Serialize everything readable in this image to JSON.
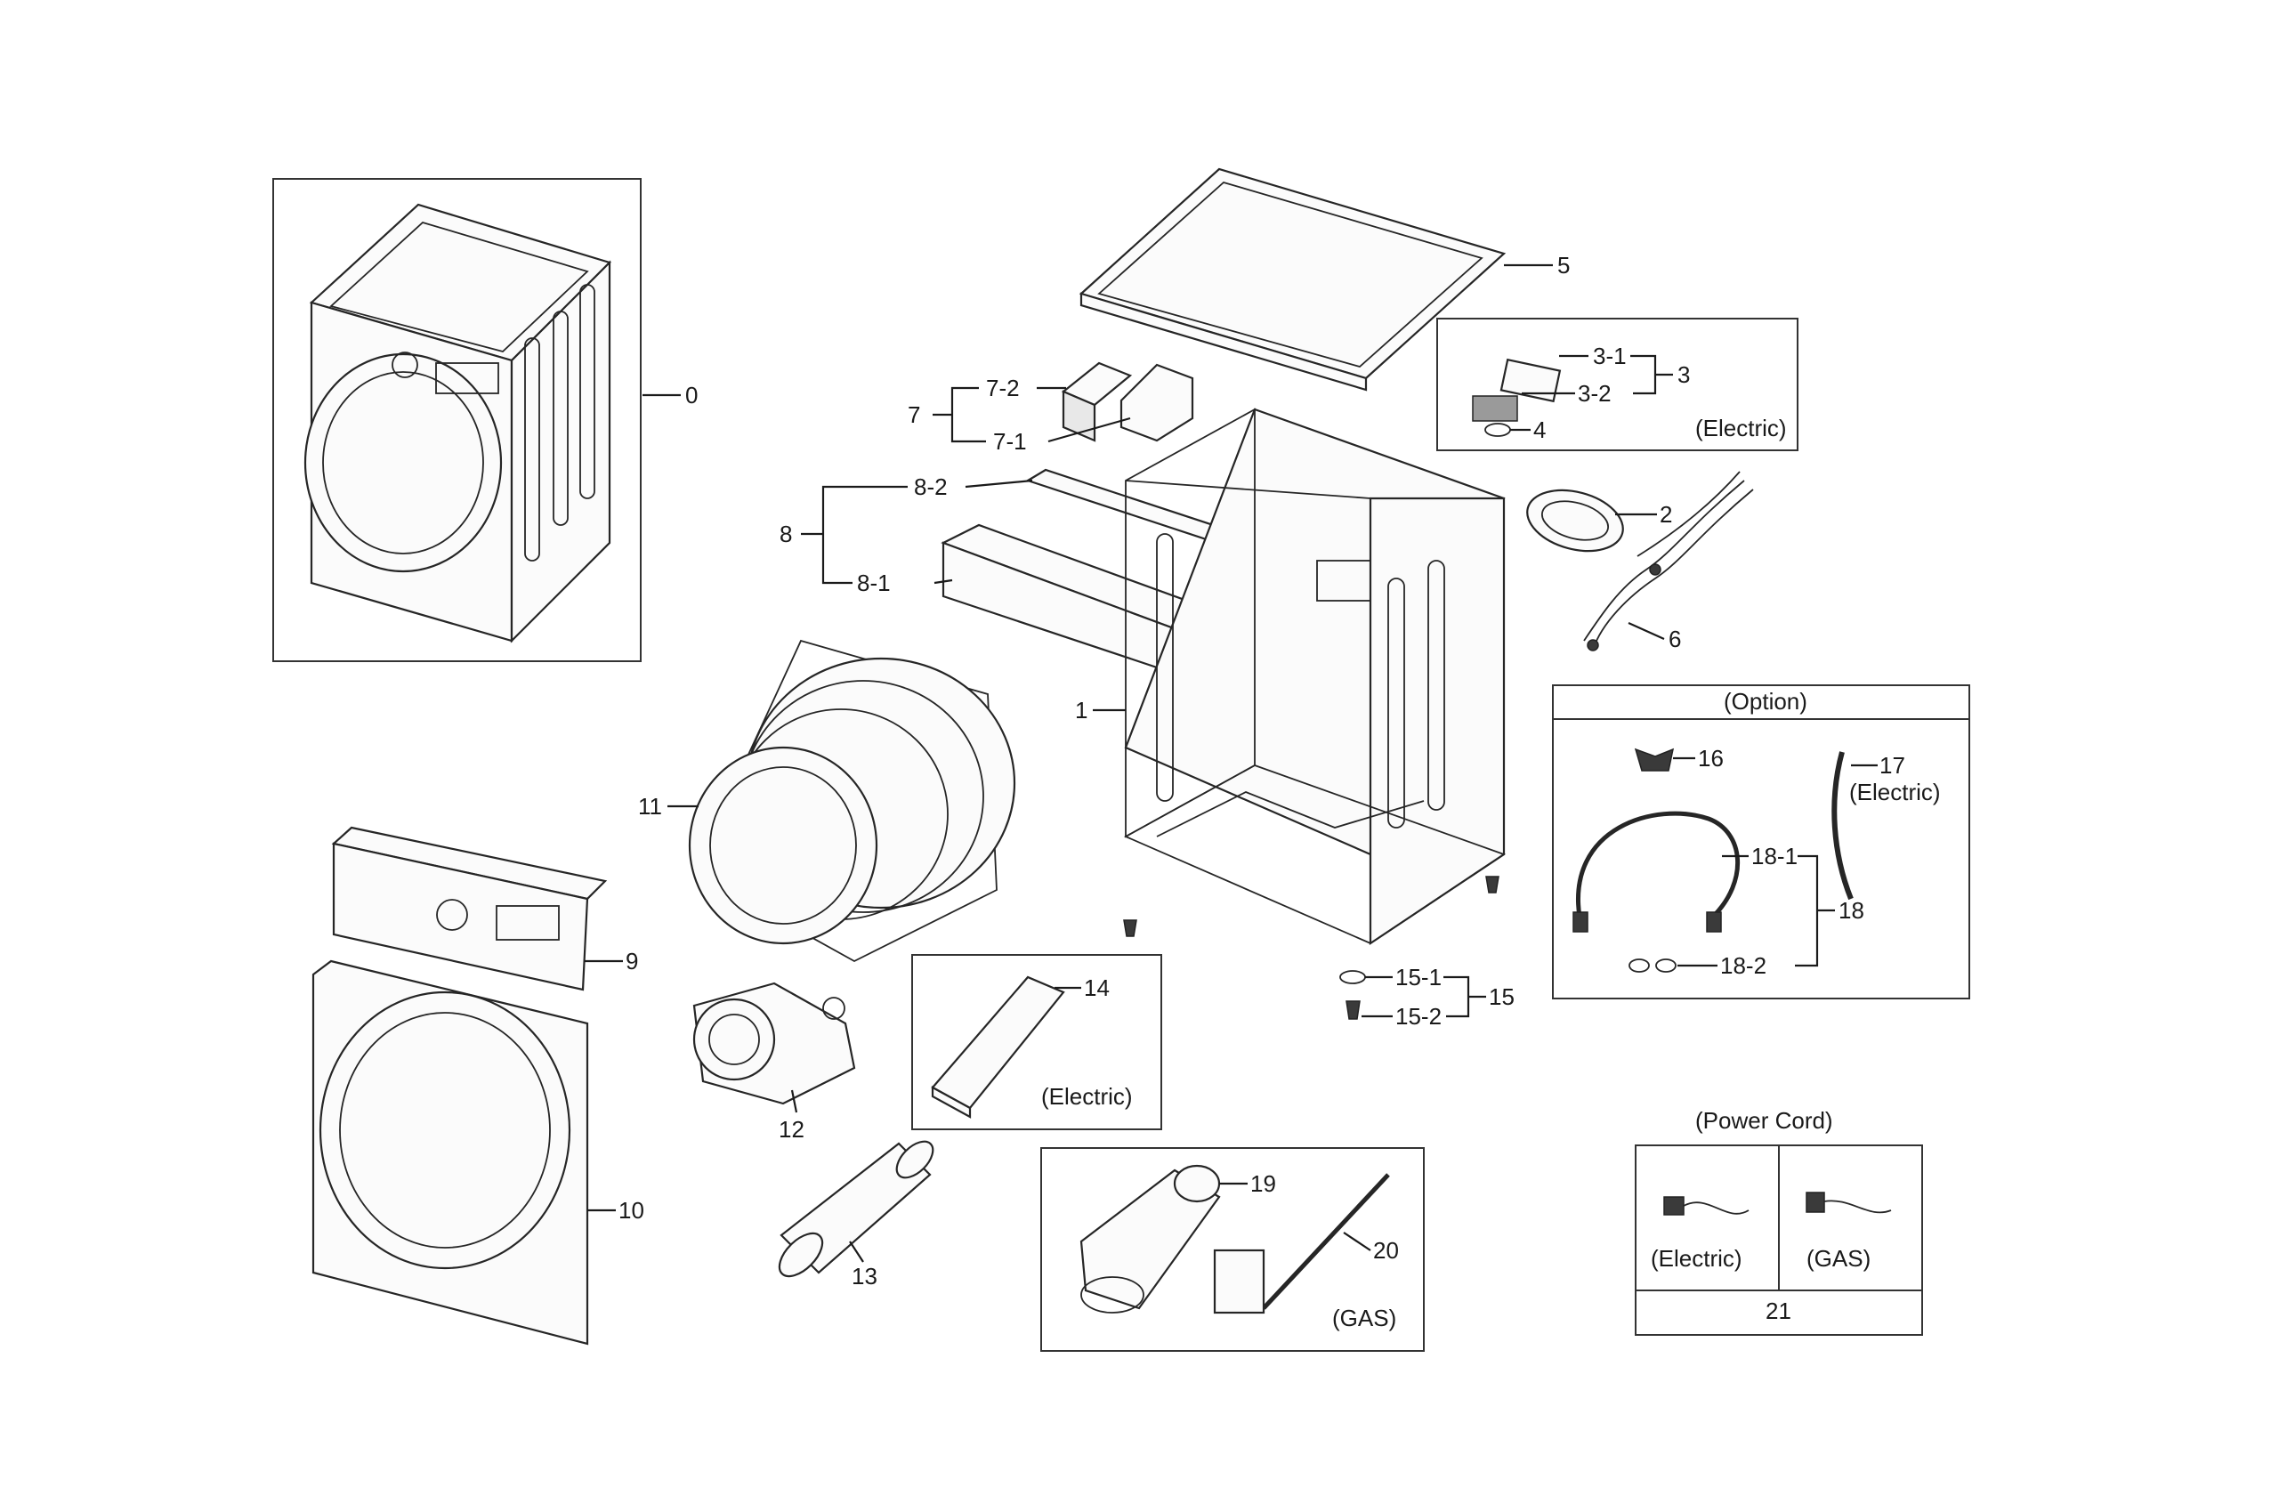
{
  "labels": {
    "p0": "0",
    "p1": "1",
    "p2": "2",
    "p3": "3",
    "p3_1": "3-1",
    "p3_2": "3-2",
    "p4": "4",
    "p5": "5",
    "p6": "6",
    "p7": "7",
    "p7_1": "7-1",
    "p7_2": "7-2",
    "p8": "8",
    "p8_1": "8-1",
    "p8_2": "8-2",
    "p9": "9",
    "p10": "10",
    "p11": "11",
    "p12": "12",
    "p13": "13",
    "p14": "14",
    "p15": "15",
    "p15_1": "15-1",
    "p15_2": "15-2",
    "p16": "16",
    "p17": "17",
    "p18": "18",
    "p18_1": "18-1",
    "p18_2": "18-2",
    "p19": "19",
    "p20": "20",
    "p21": "21"
  },
  "notes": {
    "electric_3": "(Electric)",
    "option": "(Option)",
    "electric_17": "(Electric)",
    "electric_14": "(Electric)",
    "gas_19": "(GAS)",
    "power_cord": "(Power Cord)",
    "cord_electric": "(Electric)",
    "cord_gas": "(GAS)"
  }
}
